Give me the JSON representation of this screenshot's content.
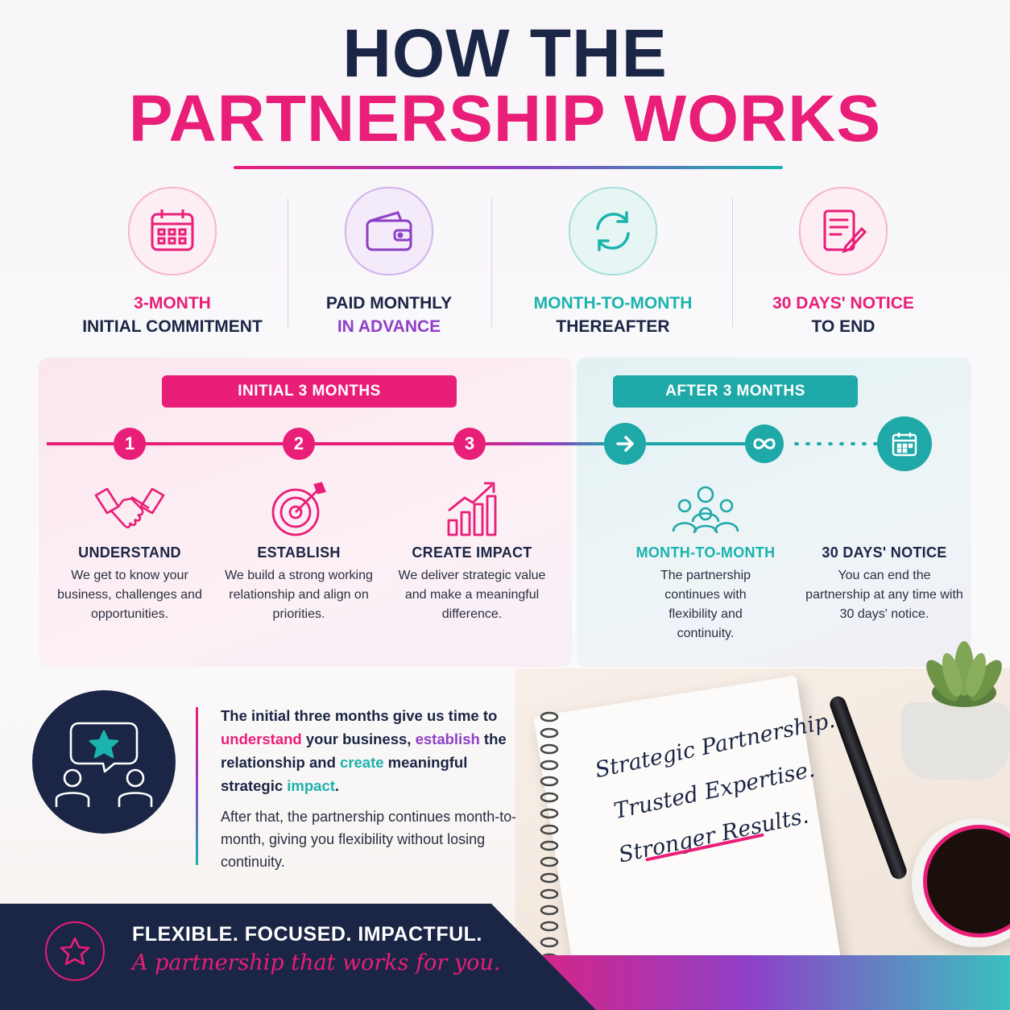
{
  "header": {
    "title_line1": "HOW THE",
    "title_line2": "PARTNERSHIP WORKS"
  },
  "terms": [
    {
      "line1": "3-MONTH",
      "line2": "INITIAL COMMITMENT",
      "icon": "calendar-icon",
      "accent": "#e91e78"
    },
    {
      "line1": "PAID MONTHLY",
      "line2": "IN ADVANCE",
      "icon": "wallet-icon",
      "accent": "#8e3fc6"
    },
    {
      "line1": "MONTH-TO-MONTH",
      "line2": "THEREAFTER",
      "icon": "refresh-icon",
      "accent": "#1bb3ad"
    },
    {
      "line1": "30 DAYS' NOTICE",
      "line2": "TO END",
      "icon": "document-pen-icon",
      "accent": "#e91e78"
    }
  ],
  "timeline": {
    "initial_label": "INITIAL 3 MONTHS",
    "after_label": "AFTER 3 MONTHS",
    "nodes": [
      "1",
      "2",
      "3"
    ],
    "steps": [
      {
        "title": "UNDERSTAND",
        "desc": "We get to know your business, challenges and opportunities.",
        "icon": "handshake-icon"
      },
      {
        "title": "ESTABLISH",
        "desc": "We build a strong working relationship and align on priorities.",
        "icon": "target-icon"
      },
      {
        "title": "CREATE IMPACT",
        "desc": "We deliver strategic value and make a meaningful difference.",
        "icon": "growth-chart-icon"
      },
      {
        "title": "MONTH-TO-MONTH",
        "desc": "The partnership continues with flexibility and continuity.",
        "icon": "people-icon"
      },
      {
        "title": "30 DAYS' NOTICE",
        "desc": "You can end the partnership at any time with 30 days' notice.",
        "icon": "calendar-icon"
      }
    ]
  },
  "summary": {
    "p1_a": "The initial three months give us time to ",
    "p1_understand": "understand",
    "p1_b": " your business, ",
    "p1_establish": "establish",
    "p1_c": " the relationship and ",
    "p1_create": "create",
    "p1_d": " meaningful strategic ",
    "p1_impact": "impact",
    "p1_e": ".",
    "p2": "After that, the partnership continues month-to-month, giving you flexibility without losing continuity."
  },
  "notebook": {
    "line1": "Strategic Partnership.",
    "line2": "Trusted Expertise.",
    "line3": "Stronger Results."
  },
  "footer": {
    "tagline": "FLEXIBLE. FOCUSED. IMPACTFUL.",
    "script": "A partnership that works for you."
  },
  "colors": {
    "navy": "#1b2545",
    "pink": "#e91e78",
    "purple": "#8e3fc6",
    "teal": "#1bb3ad"
  }
}
